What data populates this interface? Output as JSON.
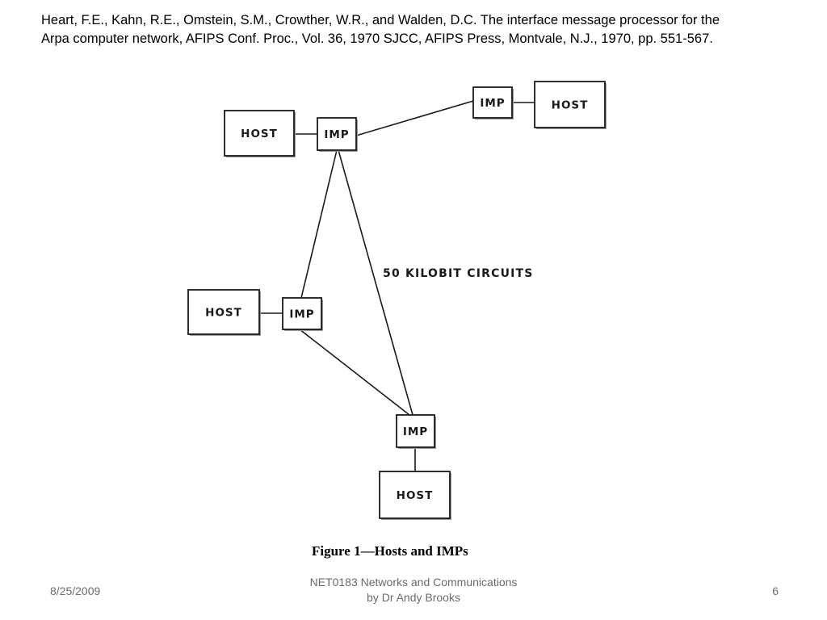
{
  "slide": {
    "citation_lines": [
      "Heart, F.E., Kahn, R.E., Omstein,  S.M., Crowther, W.R., and Walden, D.C. The interface message processor  for the",
      "Arpa computer network,  AFIPS Conf. Proc., Vol. 36, 1970 SJCC,  AFIPS Press, Montvale,  N.J., 1970, pp. 551-567."
    ],
    "footer": {
      "date": "8/25/2009",
      "course_line1": "NET0183 Networks and Communications",
      "course_line2": "by Dr Andy Brooks",
      "page_number": "6"
    }
  },
  "diagram": {
    "nodes": [
      {
        "id": "host-1",
        "label": "HOST"
      },
      {
        "id": "imp-1",
        "label": "IMP"
      },
      {
        "id": "imp-2",
        "label": "IMP"
      },
      {
        "id": "host-2",
        "label": "HOST"
      },
      {
        "id": "host-3",
        "label": "HOST"
      },
      {
        "id": "imp-3",
        "label": "IMP"
      },
      {
        "id": "imp-4",
        "label": "IMP"
      },
      {
        "id": "host-4",
        "label": "HOST"
      }
    ],
    "edges": [
      {
        "from": "host-1",
        "to": "imp-1"
      },
      {
        "from": "imp-1",
        "to": "imp-2"
      },
      {
        "from": "imp-2",
        "to": "host-2"
      },
      {
        "from": "imp-1",
        "to": "imp-3"
      },
      {
        "from": "imp-1",
        "to": "imp-4"
      },
      {
        "from": "host-3",
        "to": "imp-3"
      },
      {
        "from": "imp-3",
        "to": "imp-4"
      },
      {
        "from": "imp-4",
        "to": "host-4"
      }
    ],
    "circuit_label": "50 KILOBIT CIRCUITS",
    "caption": "Figure 1—Hosts and IMPs"
  }
}
